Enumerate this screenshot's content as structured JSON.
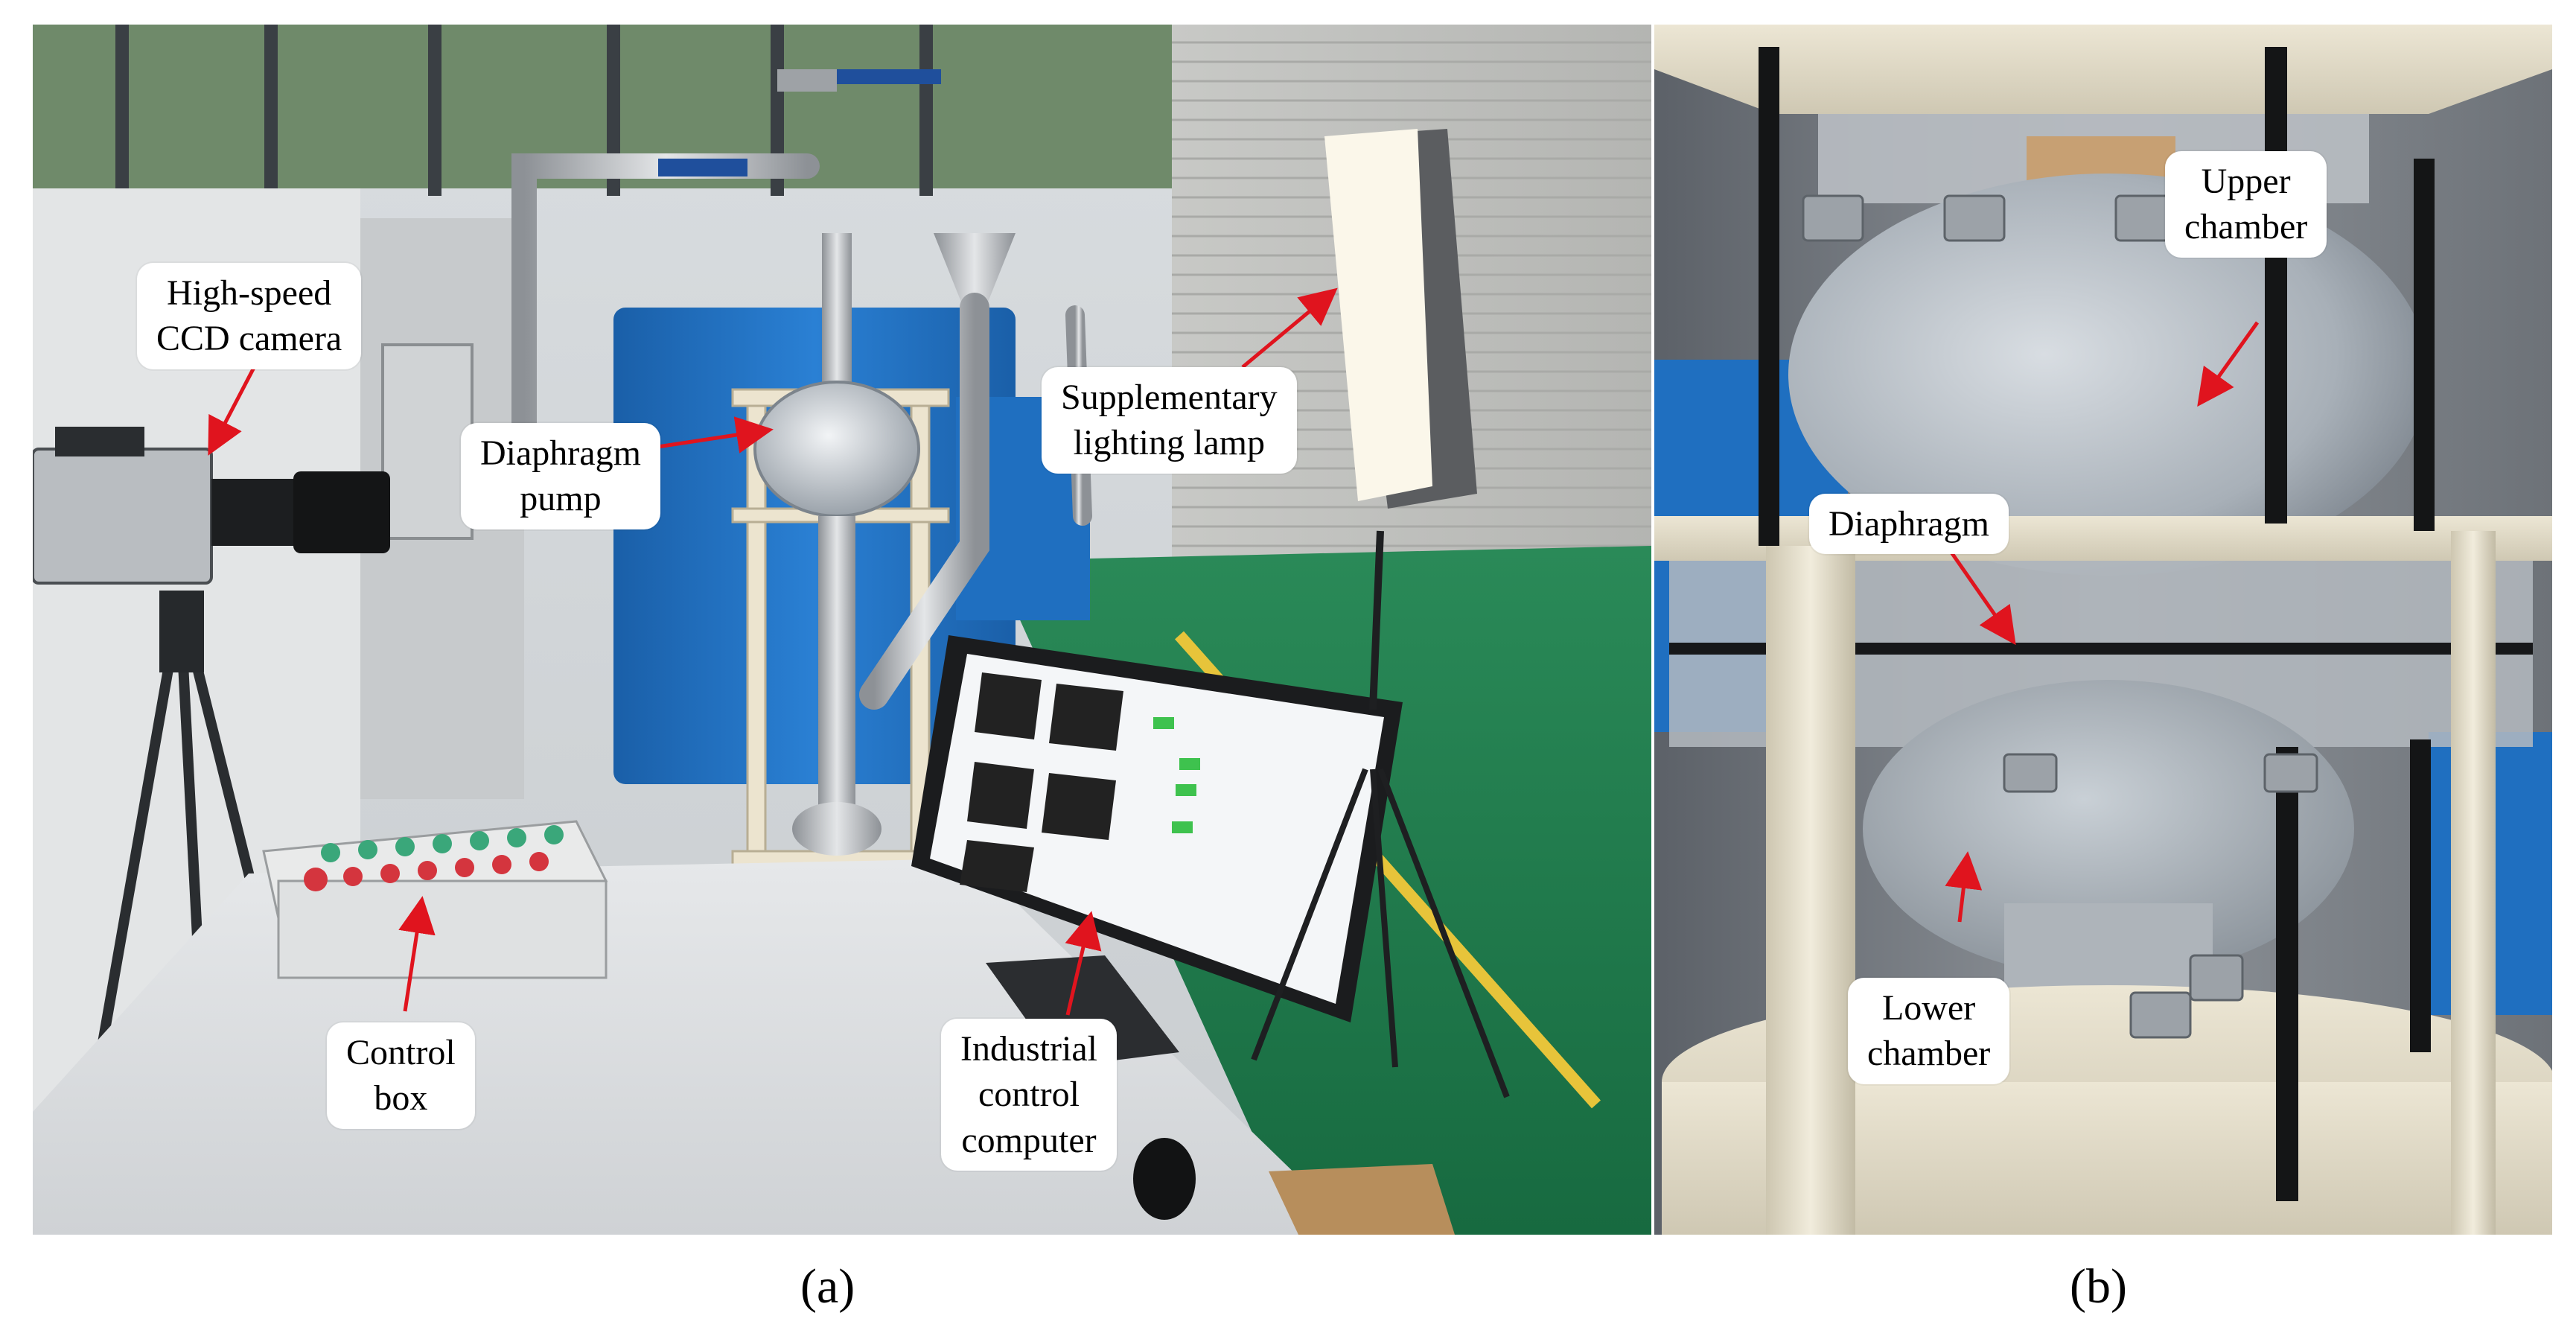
{
  "figure": {
    "panel_a": {
      "caption": "(a)",
      "callouts": {
        "camera": [
          "High-speed",
          "CCD camera"
        ],
        "pump": [
          "Diaphragm",
          "pump"
        ],
        "lamp": [
          "Supplementary",
          "lighting lamp"
        ],
        "control_box": [
          "Control",
          "box"
        ],
        "computer": [
          "Industrial",
          "control",
          "computer"
        ]
      }
    },
    "panel_b": {
      "caption": "(b)",
      "callouts": {
        "upper": [
          "Upper",
          "chamber"
        ],
        "diaphragm": [
          "Diaphragm"
        ],
        "lower": [
          "Lower",
          "chamber"
        ]
      }
    },
    "colors": {
      "arrow": "#e0141e",
      "pump_blue": "#1f6fc0",
      "floor_green": "#1e7f4e",
      "stainless": "#b9bcc0"
    }
  }
}
